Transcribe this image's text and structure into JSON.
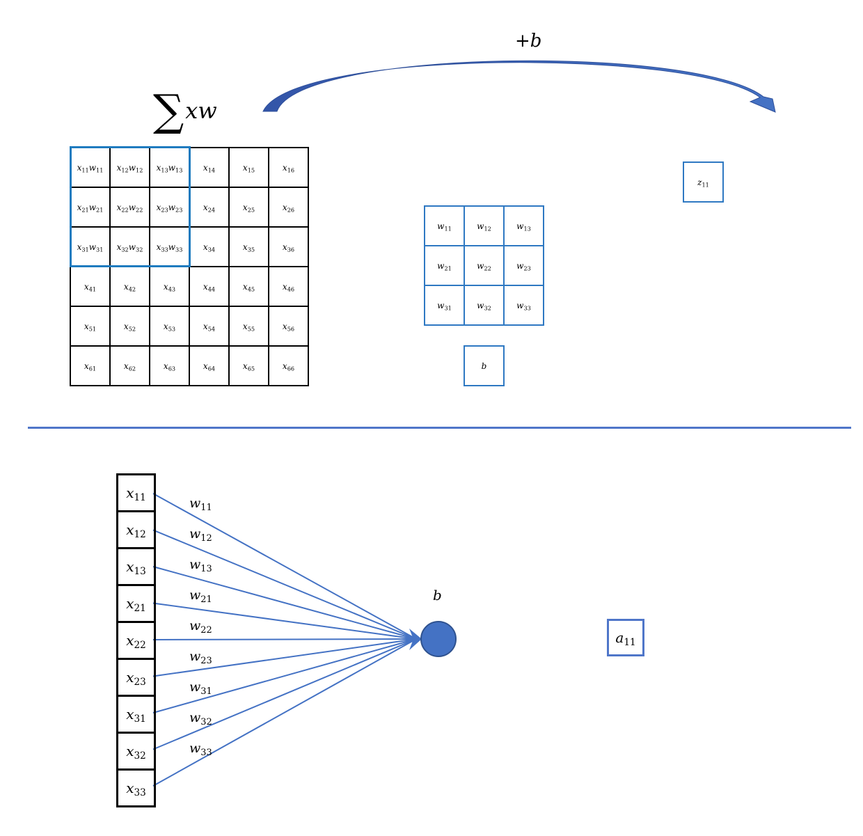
{
  "top": {
    "sum_label": {
      "sign": "∑",
      "expr": "xw"
    },
    "arrow_label": "+b",
    "input_grid": [
      [
        {
          "a": "x",
          "as": "11",
          "b": "w",
          "bs": "11"
        },
        {
          "a": "x",
          "as": "12",
          "b": "w",
          "bs": "12"
        },
        {
          "a": "x",
          "as": "13",
          "b": "w",
          "bs": "13"
        },
        {
          "a": "x",
          "as": "14"
        },
        {
          "a": "x",
          "as": "15"
        },
        {
          "a": "x",
          "as": "16"
        }
      ],
      [
        {
          "a": "x",
          "as": "21",
          "b": "w",
          "bs": "21"
        },
        {
          "a": "x",
          "as": "22",
          "b": "w",
          "bs": "22"
        },
        {
          "a": "x",
          "as": "23",
          "b": "w",
          "bs": "23"
        },
        {
          "a": "x",
          "as": "24"
        },
        {
          "a": "x",
          "as": "25"
        },
        {
          "a": "x",
          "as": "26"
        }
      ],
      [
        {
          "a": "x",
          "as": "31",
          "b": "w",
          "bs": "31"
        },
        {
          "a": "x",
          "as": "32",
          "b": "w",
          "bs": "32"
        },
        {
          "a": "x",
          "as": "33",
          "b": "w",
          "bs": "33"
        },
        {
          "a": "x",
          "as": "34"
        },
        {
          "a": "x",
          "as": "35"
        },
        {
          "a": "x",
          "as": "36"
        }
      ],
      [
        {
          "a": "x",
          "as": "41"
        },
        {
          "a": "x",
          "as": "42"
        },
        {
          "a": "x",
          "as": "43"
        },
        {
          "a": "x",
          "as": "44"
        },
        {
          "a": "x",
          "as": "45"
        },
        {
          "a": "x",
          "as": "46"
        }
      ],
      [
        {
          "a": "x",
          "as": "51"
        },
        {
          "a": "x",
          "as": "52"
        },
        {
          "a": "x",
          "as": "53"
        },
        {
          "a": "x",
          "as": "54"
        },
        {
          "a": "x",
          "as": "55"
        },
        {
          "a": "x",
          "as": "56"
        }
      ],
      [
        {
          "a": "x",
          "as": "61"
        },
        {
          "a": "x",
          "as": "62"
        },
        {
          "a": "x",
          "as": "63"
        },
        {
          "a": "x",
          "as": "64"
        },
        {
          "a": "x",
          "as": "65"
        },
        {
          "a": "x",
          "as": "66"
        }
      ]
    ],
    "kernel_grid": [
      [
        {
          "a": "w",
          "as": "11"
        },
        {
          "a": "w",
          "as": "12"
        },
        {
          "a": "w",
          "as": "13"
        }
      ],
      [
        {
          "a": "w",
          "as": "21"
        },
        {
          "a": "w",
          "as": "22"
        },
        {
          "a": "w",
          "as": "23"
        }
      ],
      [
        {
          "a": "w",
          "as": "31"
        },
        {
          "a": "w",
          "as": "32"
        },
        {
          "a": "w",
          "as": "33"
        }
      ]
    ],
    "bias_box": "b",
    "output": {
      "a": "z",
      "as": "11"
    }
  },
  "bottom": {
    "inputs": [
      {
        "a": "x",
        "as": "11"
      },
      {
        "a": "x",
        "as": "12"
      },
      {
        "a": "x",
        "as": "13"
      },
      {
        "a": "x",
        "as": "21"
      },
      {
        "a": "x",
        "as": "22"
      },
      {
        "a": "x",
        "as": "23"
      },
      {
        "a": "x",
        "as": "31"
      },
      {
        "a": "x",
        "as": "32"
      },
      {
        "a": "x",
        "as": "33"
      }
    ],
    "weights": [
      {
        "a": "w",
        "as": "11"
      },
      {
        "a": "w",
        "as": "12"
      },
      {
        "a": "w",
        "as": "13"
      },
      {
        "a": "w",
        "as": "21"
      },
      {
        "a": "w",
        "as": "22"
      },
      {
        "a": "w",
        "as": "23"
      },
      {
        "a": "w",
        "as": "31"
      },
      {
        "a": "w",
        "as": "32"
      },
      {
        "a": "w",
        "as": "33"
      }
    ],
    "bias_label": "b",
    "output": {
      "a": "a",
      "as": "11"
    }
  },
  "colors": {
    "accent": "#4472c4",
    "arrow": "#3b5fb0",
    "receptive_field": "#1f7bbf",
    "kernel_border": "#2e78c2",
    "divider": "#4f76c9"
  }
}
